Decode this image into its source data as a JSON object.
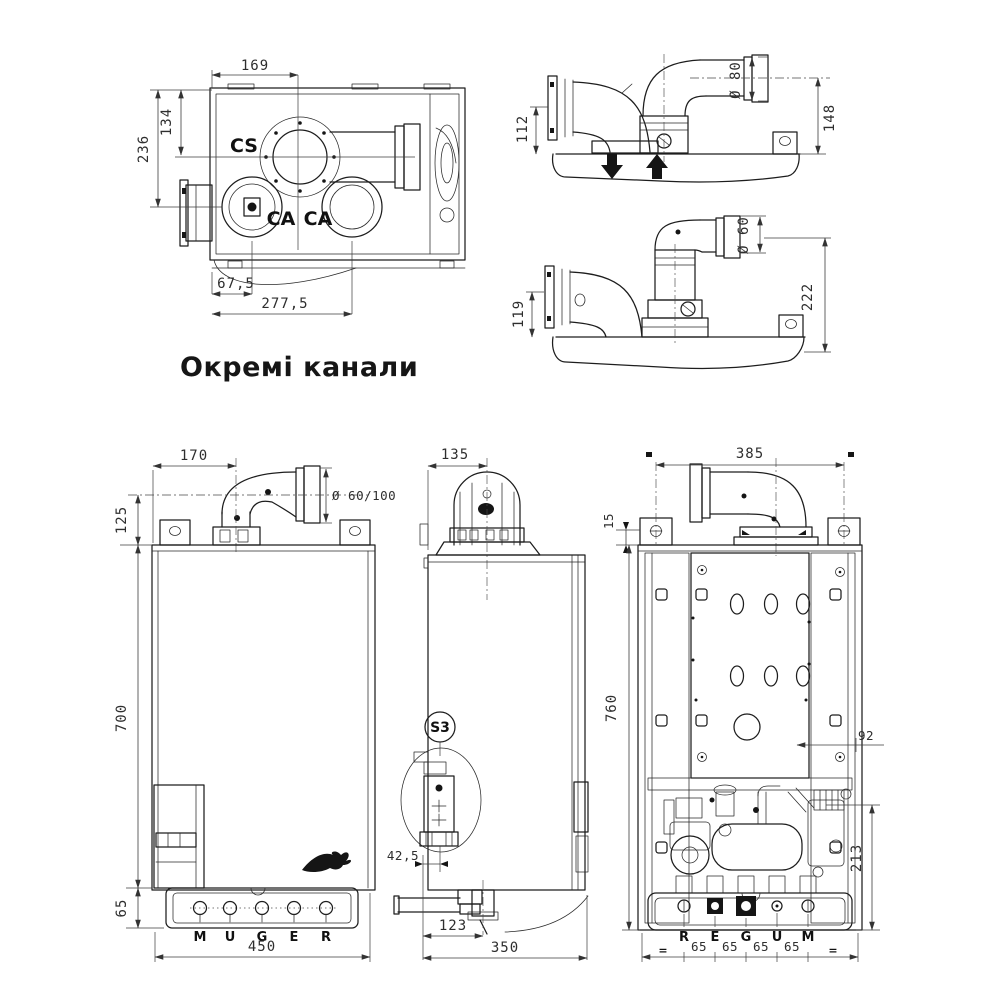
{
  "page": {
    "title": "Окремі канали",
    "background": "#ffffff",
    "line_color": "#1d1d1d"
  },
  "top_view": {
    "dims": {
      "top_width": "169",
      "cs_height": "134",
      "ca_height": "236",
      "left_offset": "67,5",
      "bottom_width": "277,5"
    },
    "labels": {
      "cs": "CS",
      "ca_left": "CA",
      "ca_right": "CA"
    }
  },
  "flue_horizontal": {
    "dims": {
      "height_left": "112",
      "diameter": "Ø 80",
      "height_right": "148"
    }
  },
  "flue_sloped": {
    "dims": {
      "height_left": "119",
      "diameter": "Ø 60",
      "height_right": "222"
    }
  },
  "front_view": {
    "dims": {
      "flue_offset": "170",
      "flue_axis": "125",
      "flue_diameter": "Ø 60/100",
      "height": "700",
      "base_height": "65",
      "width": "450"
    },
    "connections": [
      "M",
      "U",
      "G",
      "E",
      "R"
    ]
  },
  "side_view": {
    "dims": {
      "flue_offset": "135",
      "siphon_offset": "42,5",
      "gas_offset": "123",
      "depth": "350"
    },
    "callout": "S3"
  },
  "rear_view": {
    "dims": {
      "bracket_width": "385",
      "bracket_offset": "15",
      "height": "760",
      "panel": "92",
      "hydraulic_height": "213",
      "pitch": "65",
      "equal": "="
    },
    "connections": [
      "R",
      "E",
      "G",
      "U",
      "M"
    ]
  }
}
